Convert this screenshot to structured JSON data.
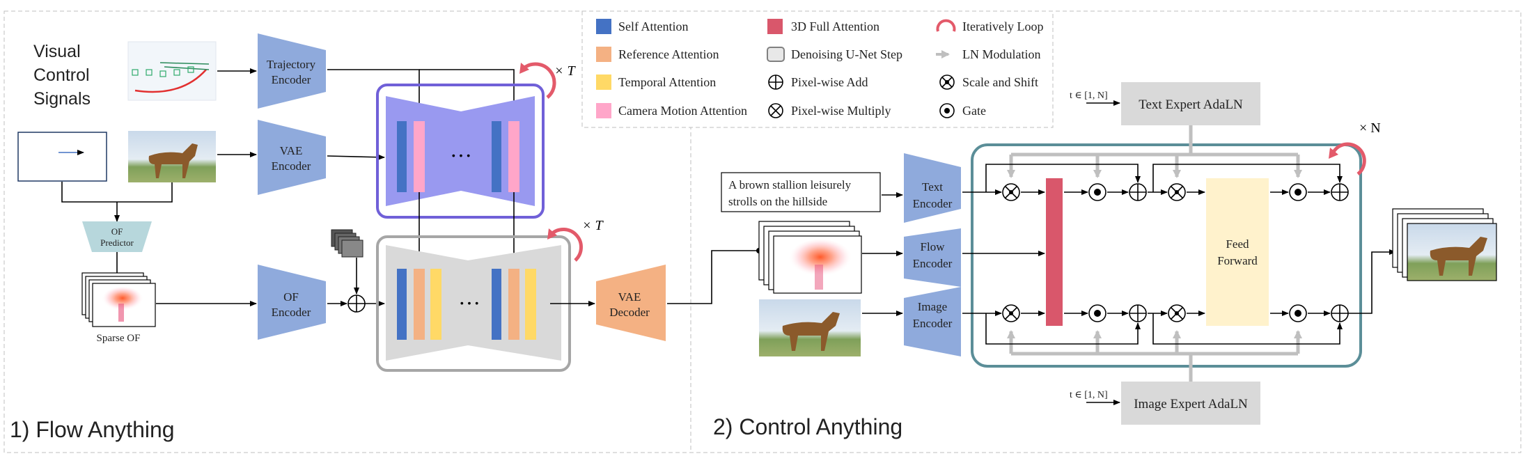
{
  "legend": {
    "items": [
      {
        "key": "self",
        "label": "Self Attention",
        "color": "#4472C4"
      },
      {
        "key": "reference",
        "label": "Reference Attention",
        "color": "#F4B183"
      },
      {
        "key": "temporal",
        "label": "Temporal Attention",
        "color": "#FFD966"
      },
      {
        "key": "camera",
        "label": "Camera Motion Attention",
        "color": "#FFA6C9"
      },
      {
        "key": "full3d",
        "label": "3D Full Attention",
        "color": "#D9576B"
      },
      {
        "key": "unet_step",
        "label": "Denoising U-Net Step"
      },
      {
        "key": "add",
        "label": "Pixel-wise Add"
      },
      {
        "key": "multiply",
        "label": "Pixel-wise Multiply"
      },
      {
        "key": "loop",
        "label": "Iteratively Loop"
      },
      {
        "key": "ln_mod",
        "label": "LN Modulation"
      },
      {
        "key": "scale_shift",
        "label": "Scale and Shift"
      },
      {
        "key": "gate",
        "label": "Gate"
      }
    ]
  },
  "flow_anything": {
    "section_label": "1) Flow Anything",
    "visual_control_signals": [
      "Visual",
      "Control",
      "Signals"
    ],
    "trajectory_encoder": [
      "Trajectory",
      "Encoder"
    ],
    "vae_encoder": [
      "VAE",
      "Encoder"
    ],
    "of_predictor": [
      "OF",
      "Predictor"
    ],
    "sparse_of": "Sparse OF",
    "of_encoder": [
      "OF",
      "Encoder"
    ],
    "vae_decoder": [
      "VAE",
      "Decoder"
    ],
    "loop_label_top": "× T",
    "loop_label_bottom": "× T",
    "ellipsis": "···"
  },
  "control_anything": {
    "section_label": "2) Control Anything",
    "prompt_text": [
      "A brown stallion leisurely",
      "strolls on the hillside"
    ],
    "text_encoder": [
      "Text",
      "Encoder"
    ],
    "flow_encoder": [
      "Flow",
      "Encoder"
    ],
    "image_encoder": [
      "Image",
      "Encoder"
    ],
    "text_expert": "Text Expert AdaLN",
    "image_expert": "Image Expert AdaLN",
    "t_range_top": "t ∈ [1, N]",
    "t_range_bottom": "t ∈ [1, N]",
    "feed_forward": [
      "Feed",
      "Forward"
    ],
    "loop_label": "× N"
  },
  "colors": {
    "encoder_blue": "#8FAADC",
    "unet_purple": "#9999F0",
    "unet_purple_border": "#7060D8",
    "unet_gray": "#D9D9D9",
    "decoder_orange": "#F4B183",
    "of_predictor": "#B7D7DC",
    "transformer_border": "#5B8E98",
    "expert_gray": "#D9D9D9",
    "feed_forward": "#FFF2CC",
    "loop_red": "#E35A6A",
    "arrow_gray": "#BFBFBF"
  }
}
